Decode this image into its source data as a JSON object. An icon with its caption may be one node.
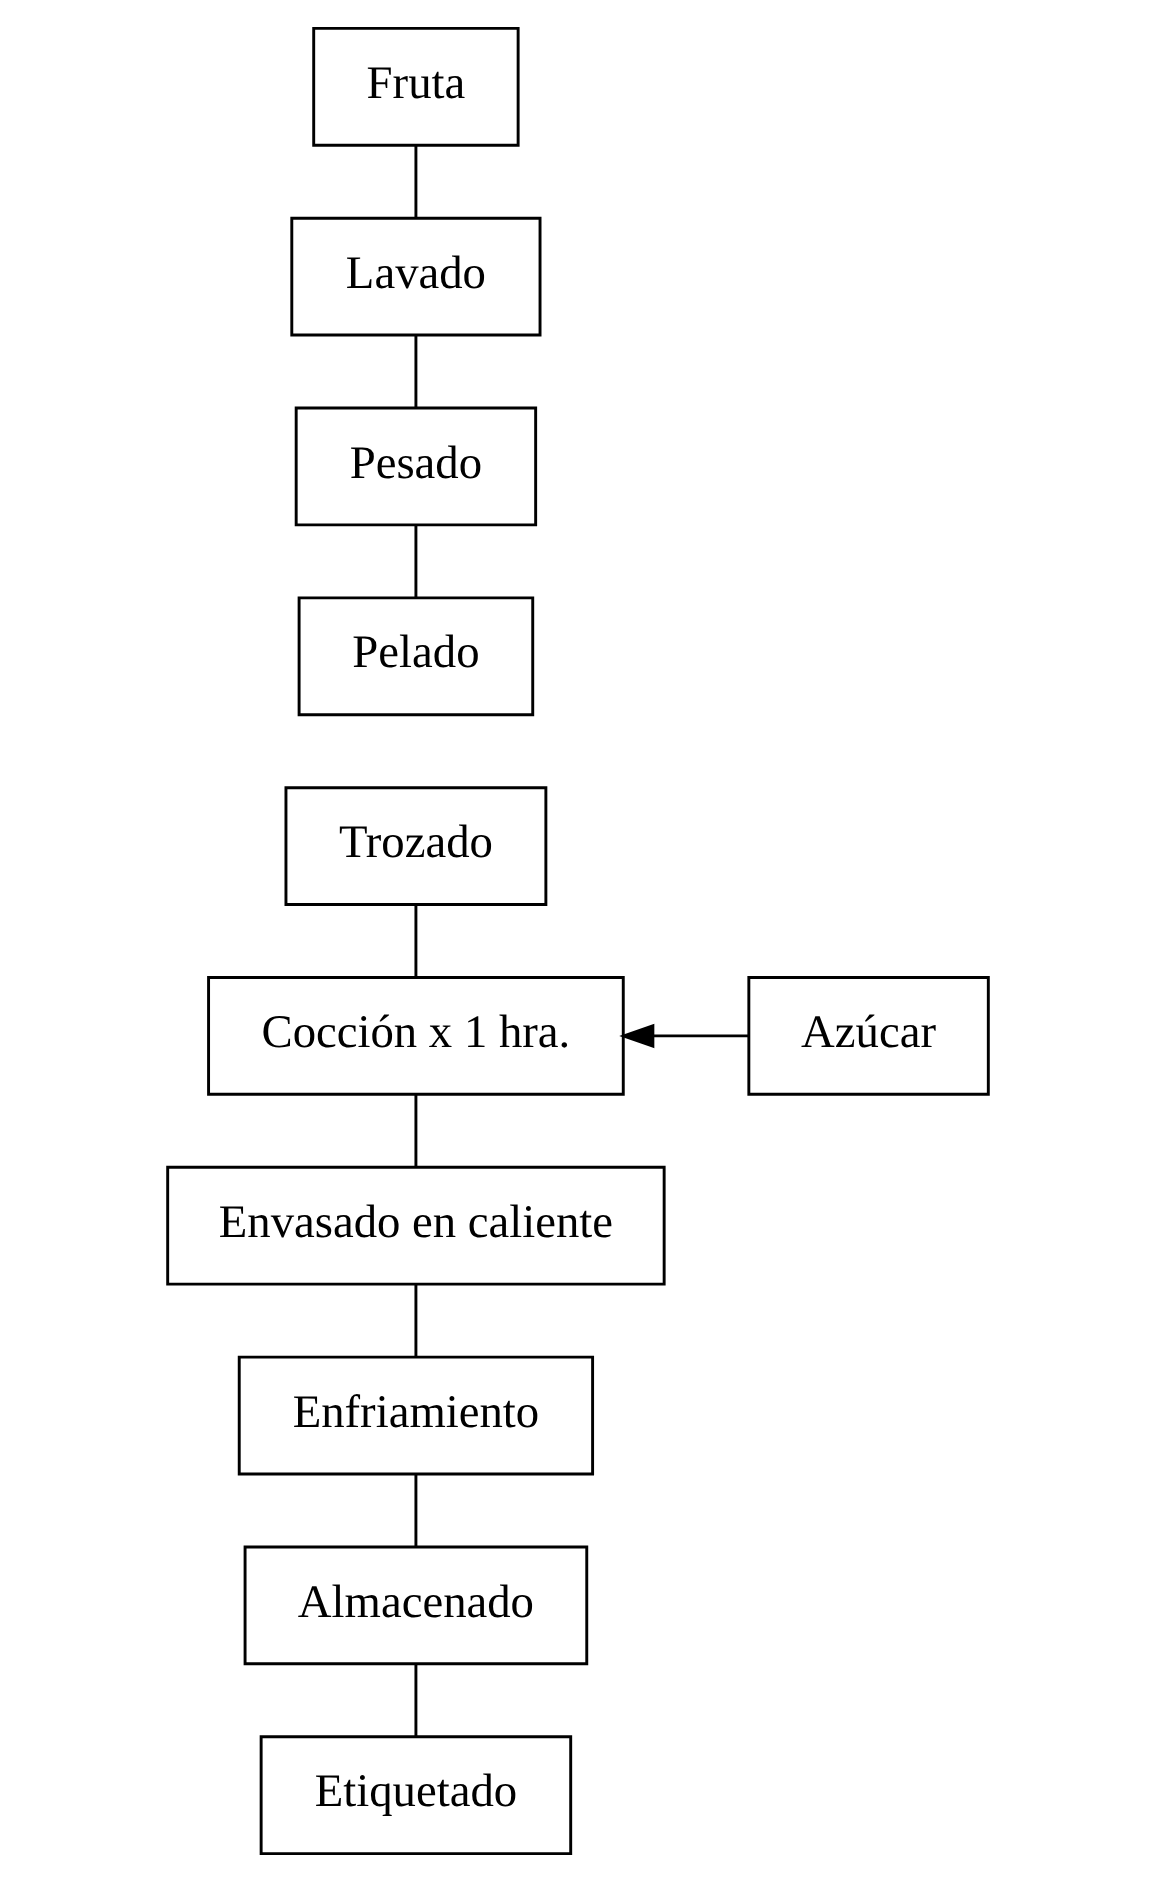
{
  "diagram": {
    "nodes": [
      {
        "text": [
          "Fruta"
        ]
      },
      {
        "text": [
          "Lavado"
        ]
      },
      {
        "text": [
          "Pesado"
        ]
      },
      {
        "text": [
          "Pelado"
        ]
      },
      {
        "text": [
          "Trozado"
        ]
      },
      {
        "text": [
          "Cocción x 1 hra."
        ]
      },
      {
        "text": [
          "Envasado en caliente"
        ]
      },
      {
        "text": [
          "Enfriamiento"
        ]
      },
      {
        "text": [
          "Almacenado"
        ]
      },
      {
        "text": [
          "Etiquetado"
        ]
      },
      {
        "text": [
          "Azúcar"
        ]
      }
    ],
    "edges": [
      {
        "from": 0,
        "to": 1,
        "arrow": "none"
      },
      {
        "from": 1,
        "to": 2,
        "arrow": "none"
      },
      {
        "from": 2,
        "to": 3,
        "arrow": "none"
      },
      {
        "from": 4,
        "to": 5,
        "arrow": "none"
      },
      {
        "from": 5,
        "to": 6,
        "arrow": "none"
      },
      {
        "from": 6,
        "to": 7,
        "arrow": "none"
      },
      {
        "from": 7,
        "to": 8,
        "arrow": "none"
      },
      {
        "from": 8,
        "to": 9,
        "arrow": "none"
      },
      {
        "from": 10,
        "to": 5,
        "arrow": "to"
      }
    ]
  }
}
